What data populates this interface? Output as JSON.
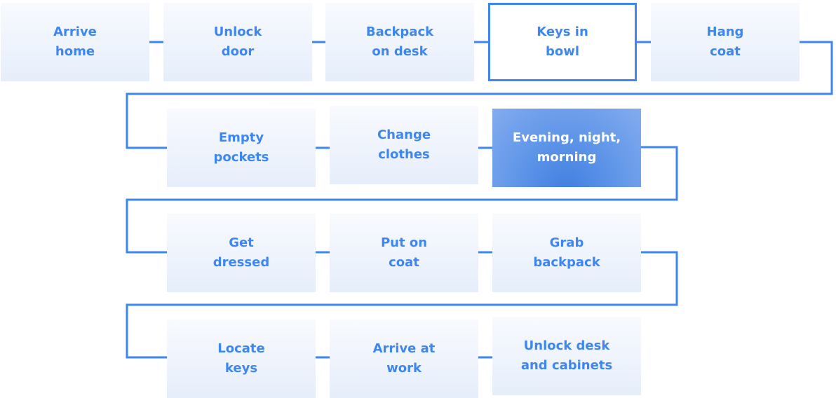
{
  "diagram": {
    "nodes": [
      {
        "id": "arrive-home",
        "label": "Arrive\nhome",
        "style": "normal"
      },
      {
        "id": "unlock-door",
        "label": "Unlock\ndoor",
        "style": "normal"
      },
      {
        "id": "backpack-on-desk",
        "label": "Backpack\non desk",
        "style": "normal"
      },
      {
        "id": "keys-in-bowl",
        "label": "Keys in\nbowl",
        "style": "outlined"
      },
      {
        "id": "hang-coat",
        "label": "Hang\ncoat",
        "style": "normal"
      },
      {
        "id": "empty-pockets",
        "label": "Empty\npockets",
        "style": "normal"
      },
      {
        "id": "change-clothes",
        "label": "Change\nclothes",
        "style": "normal"
      },
      {
        "id": "evening-night-morning",
        "label": "Evening, night,\nmorning",
        "style": "active"
      },
      {
        "id": "get-dressed",
        "label": "Get\ndressed",
        "style": "normal"
      },
      {
        "id": "put-on-coat",
        "label": "Put on\ncoat",
        "style": "normal"
      },
      {
        "id": "grab-backpack",
        "label": "Grab\nbackpack",
        "style": "normal"
      },
      {
        "id": "locate-keys",
        "label": "Locate\nkeys",
        "style": "normal"
      },
      {
        "id": "arrive-at-work",
        "label": "Arrive at\nwork",
        "style": "normal"
      },
      {
        "id": "unlock-desk-and-cabinets",
        "label": "Unlock desk\nand cabinets",
        "style": "normal"
      }
    ],
    "colors": {
      "accent": "#3e86f0",
      "node_fill": "#eaf1fc",
      "active_fill": "#4a85e4",
      "active_text": "#ffffff"
    }
  }
}
